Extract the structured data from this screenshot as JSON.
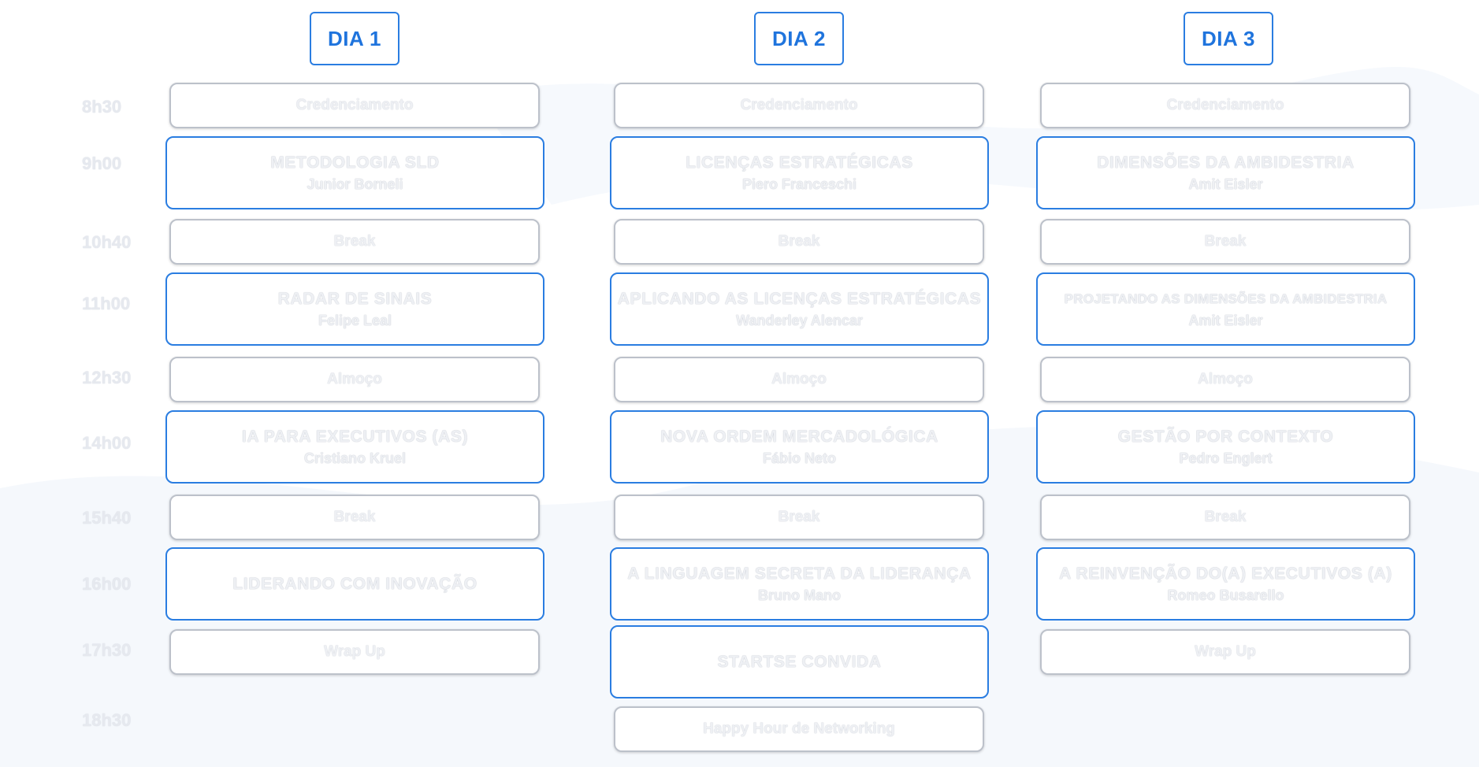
{
  "days": [
    {
      "label": "DIA 1"
    },
    {
      "label": "DIA 2"
    },
    {
      "label": "DIA 3"
    }
  ],
  "times": [
    "8h30",
    "9h00",
    "10h40",
    "11h00",
    "12h30",
    "14h00",
    "15h40",
    "16h00",
    "17h30",
    "18h30"
  ],
  "colors": {
    "accent": "#2a7de1",
    "plain_border": "#bcc1ca",
    "text_light": "#eef0f4"
  },
  "day1": {
    "credenciamento": "Credenciamento",
    "talk1": {
      "title": "METODOLOGIA SLD",
      "speaker": "Junior Borneli"
    },
    "break1": "Break",
    "talk2": {
      "title": "RADAR DE SINAIS",
      "speaker": "Felipe Leal"
    },
    "almoco": "Almoço",
    "talk3": {
      "title": "IA PARA EXECUTIVOS (AS)",
      "speaker": "Cristiano Kruel"
    },
    "break2": "Break",
    "talk4": {
      "title": "LIDERANDO COM INOVAÇÃO"
    },
    "wrapup": "Wrap Up"
  },
  "day2": {
    "credenciamento": "Credenciamento",
    "talk1": {
      "title": "LICENÇAS ESTRATÉGICAS",
      "speaker": "Piero Franceschi"
    },
    "break1": "Break",
    "talk2": {
      "title": "APLICANDO AS LICENÇAS ESTRATÉGICAS",
      "speaker": "Wanderley Alencar"
    },
    "almoco": "Almoço",
    "talk3": {
      "title": "NOVA ORDEM MERCADOLÓGICA",
      "speaker": "Fábio Neto"
    },
    "break2": "Break",
    "talk4": {
      "title": "A LINGUAGEM SECRETA DA LIDERANÇA",
      "speaker": "Bruno Mano"
    },
    "talk5": {
      "title": "STARTSE CONVIDA"
    },
    "happyhour": "Happy Hour de Networking"
  },
  "day3": {
    "credenciamento": "Credenciamento",
    "talk1": {
      "title": "DIMENSÕES DA AMBIDESTRIA",
      "speaker": "Amit Eisler"
    },
    "break1": "Break",
    "talk2": {
      "title": "PROJETANDO AS DIMENSÕES DA AMBIDESTRIA",
      "speaker": "Amit Eisler"
    },
    "almoco": "Almoço",
    "talk3": {
      "title": "GESTÃO POR CONTEXTO",
      "speaker": "Pedro Englert"
    },
    "break2": "Break",
    "talk4": {
      "title": "A REINVENÇÃO DO(A) EXECUTIVOS (A)",
      "speaker": "Romeo Busarello"
    },
    "wrapup": "Wrap Up"
  }
}
